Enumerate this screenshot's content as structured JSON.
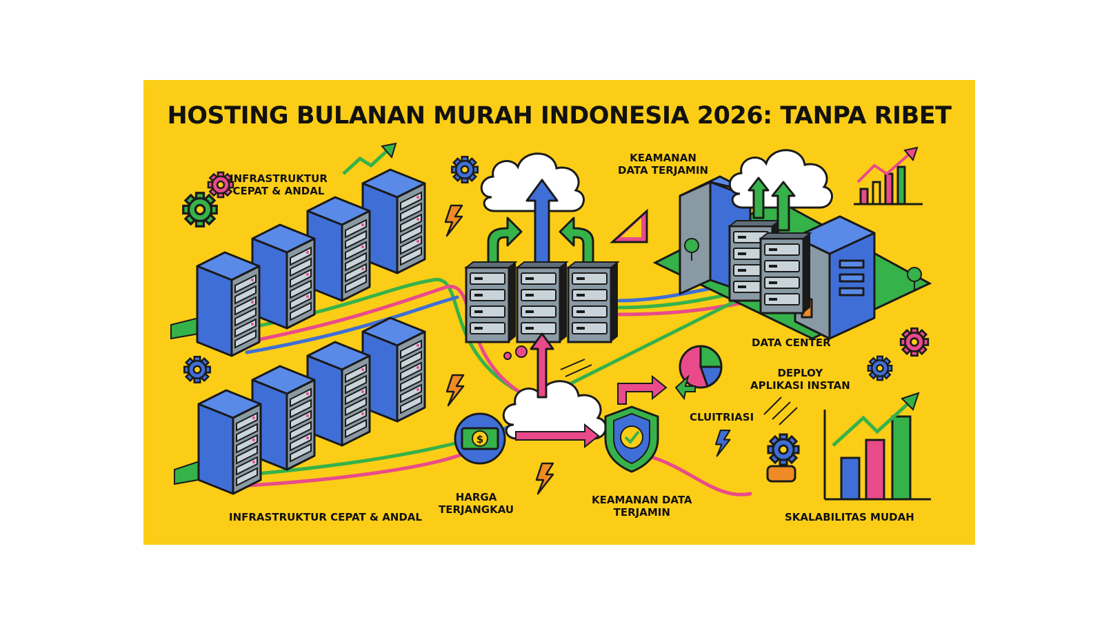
{
  "title": "HOSTING BULANAN MURAH INDONESIA 2026: TANPA RIBET",
  "labels": {
    "infra_top_1": "INFRASTRUKTUR",
    "infra_top_2": "CEPAT & ANDAL",
    "keamanan_top_1": "KEAMANAN",
    "keamanan_top_2": "DATA TERJAMIN",
    "data_center": "DATA CENTER",
    "deploy_1": "DEPLOY",
    "deploy_2": "APLIKASI INSTAN",
    "clustering": "CLUITRIASI",
    "infra_bottom": "INFRASTRUKTUR CEPAT & ANDAL",
    "harga_1": "HARGA",
    "harga_2": "TERJANGKAU",
    "keamanan_bottom_1": "KEAMANAN DATA",
    "keamanan_bottom_2": "TERJAMIN",
    "skalabilitas": "SKALABILITAS MUDAH"
  },
  "colors": {
    "background": "#fbcd17",
    "server_blue": "#3f6fd6",
    "server_grey": "#8a9aa5",
    "green": "#36b24a",
    "pink": "#e94b8a",
    "orange": "#f08a24",
    "outline": "#1a1a1a"
  },
  "icons": [
    "gear-icon",
    "lightning-icon",
    "cloud-icon",
    "shield-check-icon",
    "dollar-coin-icon",
    "pie-chart-icon",
    "bar-chart-icon",
    "trend-arrow-icon",
    "building-icon"
  ]
}
